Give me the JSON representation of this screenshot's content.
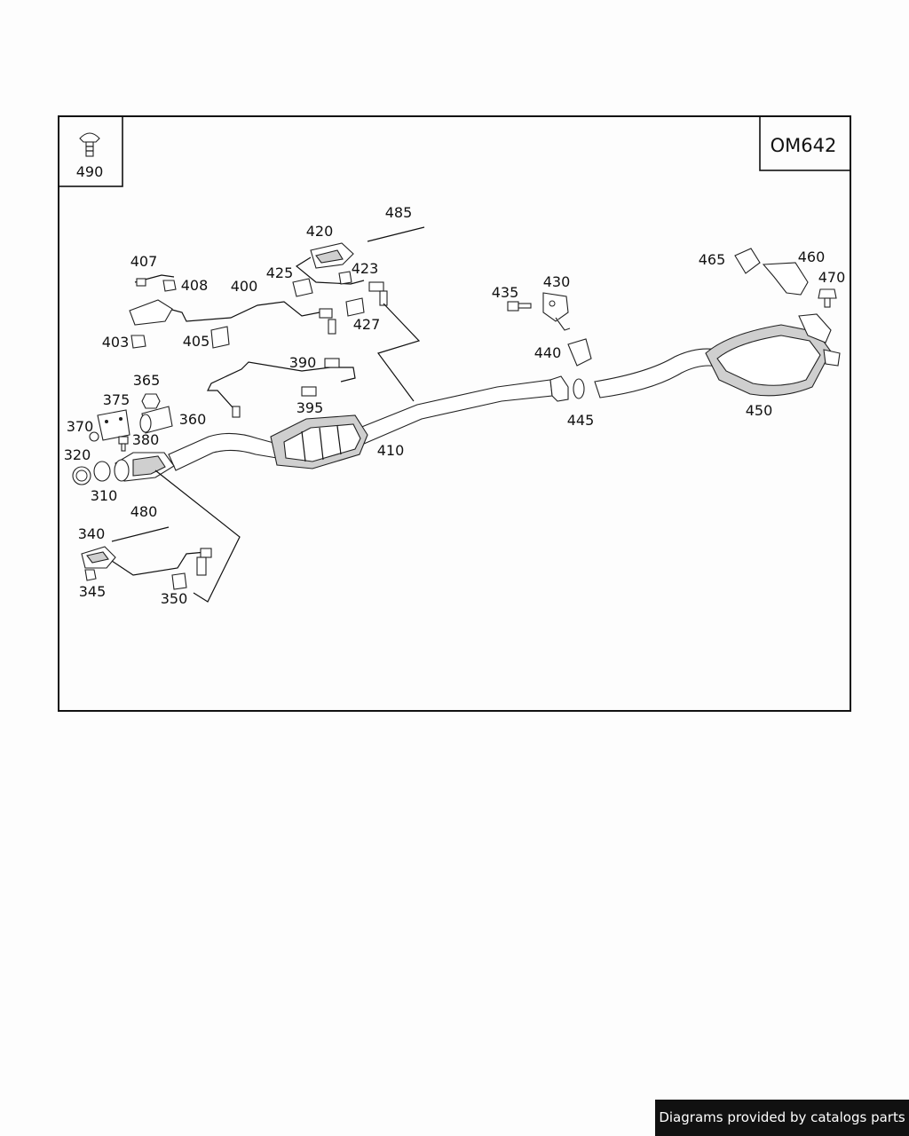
{
  "engine_code": "OM642",
  "callouts": {
    "c310": "310",
    "c320": "320",
    "c340": "340",
    "c345": "345",
    "c350": "350",
    "c360": "360",
    "c365": "365",
    "c370": "370",
    "c375": "375",
    "c380": "380",
    "c390": "390",
    "c395": "395",
    "c400": "400",
    "c403": "403",
    "c405": "405",
    "c407": "407",
    "c408": "408",
    "c410": "410",
    "c420": "420",
    "c423": "423",
    "c425": "425",
    "c427": "427",
    "c430": "430",
    "c435": "435",
    "c440": "440",
    "c445": "445",
    "c450": "450",
    "c460": "460",
    "c465": "465",
    "c470": "470",
    "c480": "480",
    "c485": "485",
    "c490": "490"
  },
  "footer": "Diagrams provided by catalogs parts"
}
